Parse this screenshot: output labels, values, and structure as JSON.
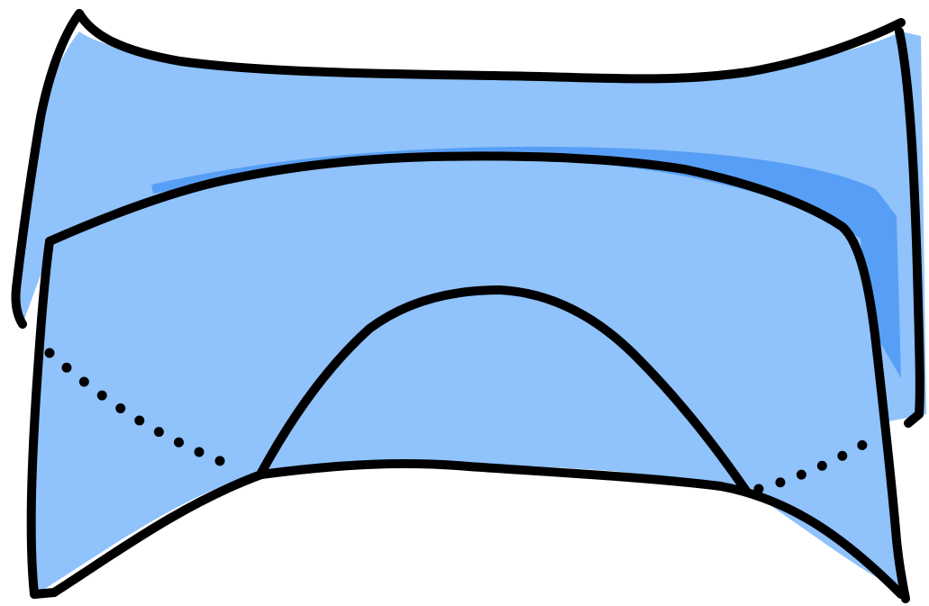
{
  "colors": {
    "fill_light": "#90c2fb",
    "fill_accent": "#579ff6",
    "stroke": "#000000",
    "background": "#ffffff"
  },
  "shapes": [
    "back-band",
    "front-band",
    "inner-arch",
    "dotted-hidden-curve-left",
    "dotted-hidden-curve-right"
  ]
}
